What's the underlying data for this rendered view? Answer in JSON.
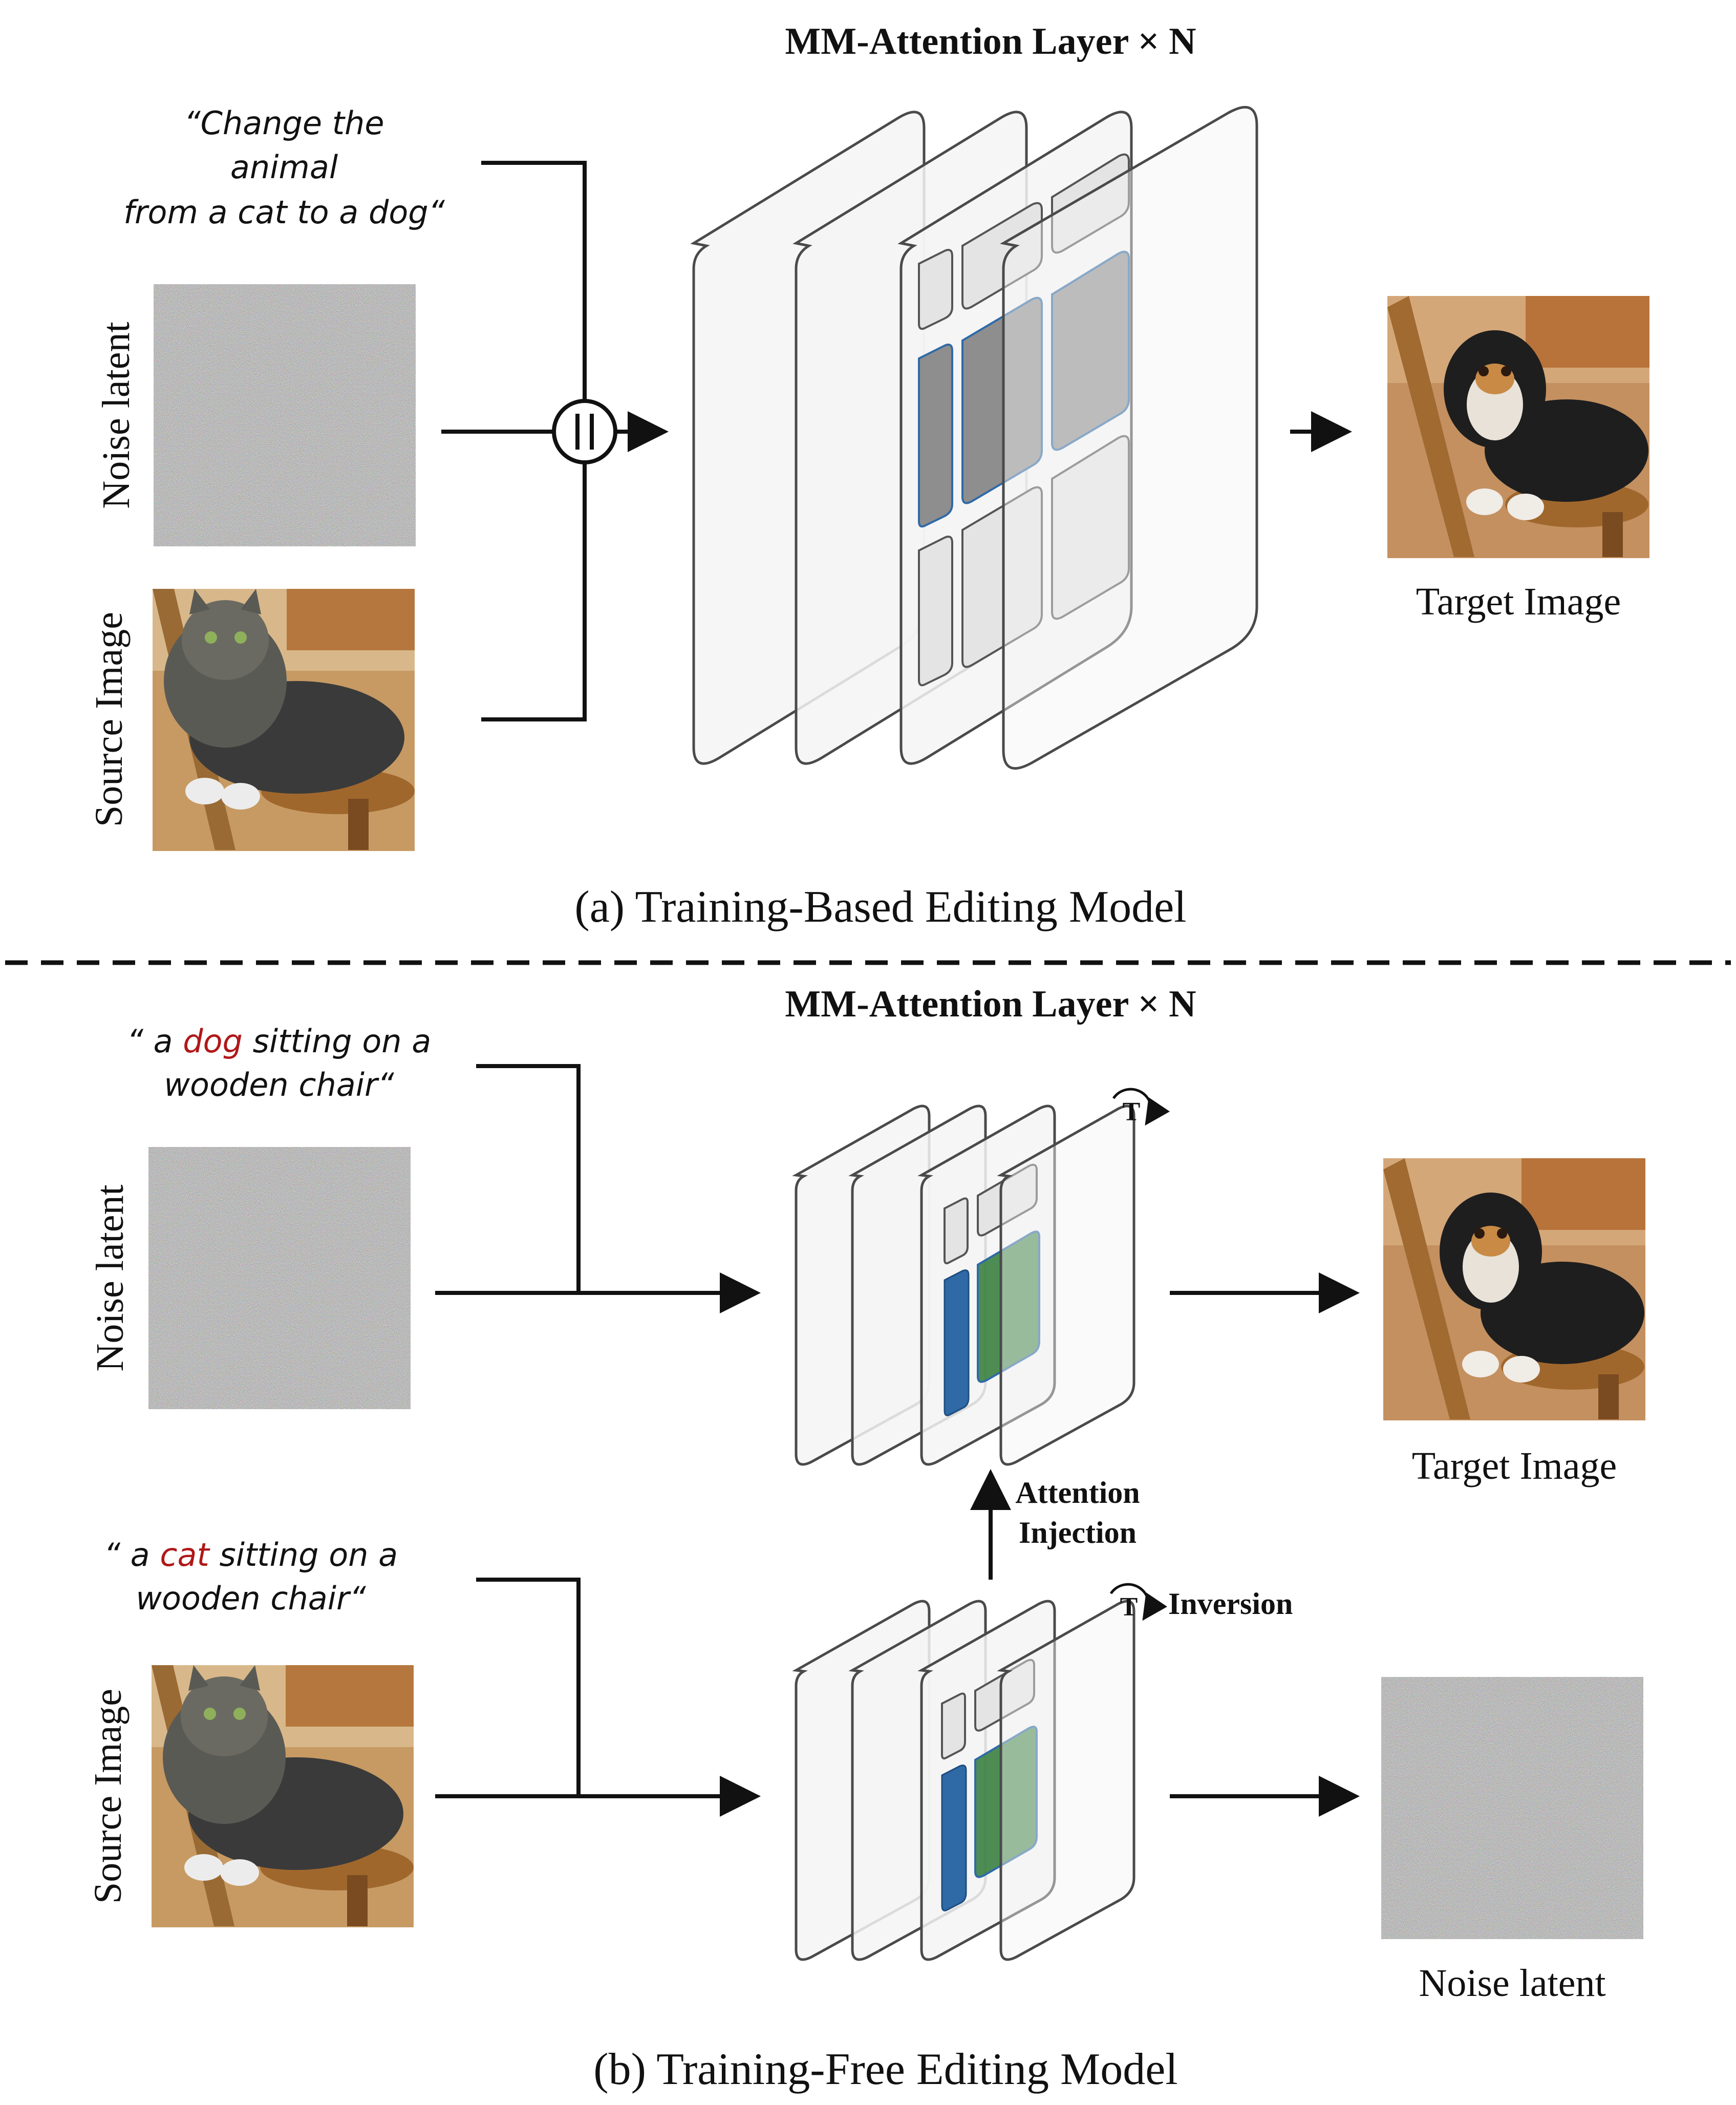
{
  "panel_a": {
    "title": "MM-Attention Layer × N",
    "caption": "(a) Training-Based Editing Model",
    "prompt_lines": [
      "“Change the",
      "animal",
      "from a cat to a dog“"
    ],
    "noise_label": "Noise latent",
    "source_label": "Source Image",
    "target_label": "Target Image",
    "concat_symbol": "||"
  },
  "panel_b": {
    "title": "MM-Attention Layer × N",
    "caption": "(b) Training-Free Editing Model",
    "target_prompt": {
      "before": "“ a ",
      "highlight": "dog",
      "after": " sitting on a",
      "line2": "wooden chair“"
    },
    "source_prompt": {
      "before": "“ a ",
      "highlight": "cat",
      "after": " sitting on a",
      "line2": "wooden chair“"
    },
    "noise_label": "Noise latent",
    "source_label": "Source Image",
    "target_label": "Target Image",
    "output_noise_label": "Noise latent",
    "attention_injection": [
      "Attention",
      "Injection"
    ],
    "inversion_label": "Inversion",
    "timestep_symbol": "T"
  },
  "colors": {
    "highlight_red": "#b01818",
    "block_blue": "#2f6aa7",
    "block_green": "#2f7a37",
    "block_dark_gray": "#8e8e8e",
    "block_light_gray": "#e4e4e4",
    "layer_fill": "#f4f4f4"
  }
}
